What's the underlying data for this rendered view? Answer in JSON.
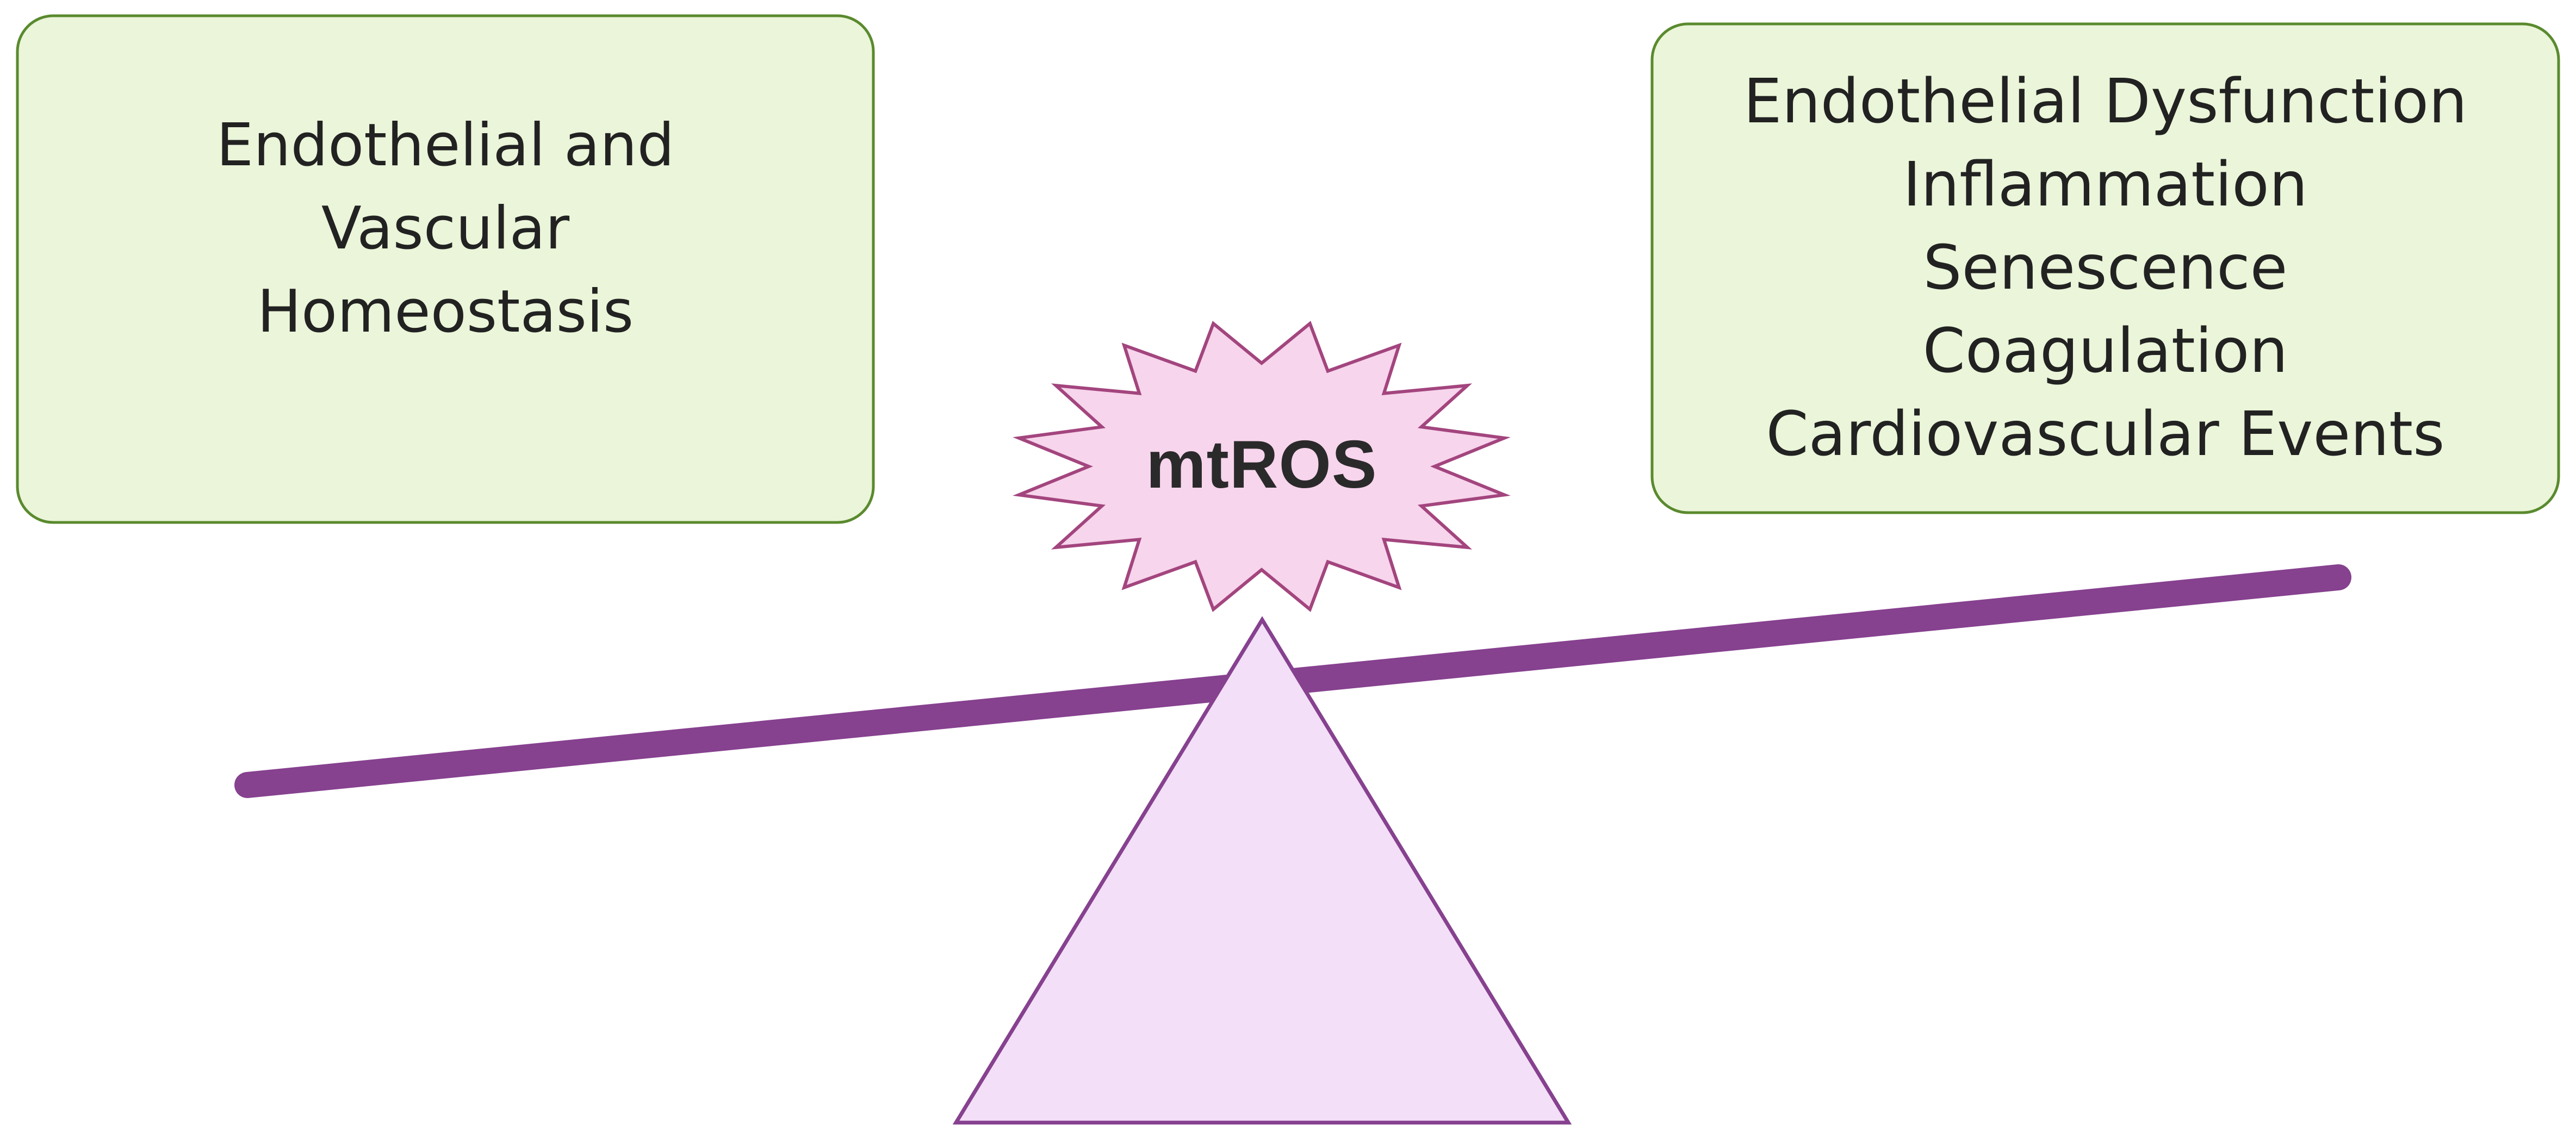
{
  "colors": {
    "box_fill": "#eaf5d9",
    "box_border": "#5a8a2e",
    "burst_fill": "#f7d5ec",
    "burst_border": "#a3457e",
    "beam": "#86418f",
    "fulcrum_fill": "#f3dff7",
    "fulcrum_border": "#86418f",
    "text": "#222222"
  },
  "left_box": {
    "lines": [
      "Endothelial and",
      "Vascular",
      "Homeostasis"
    ]
  },
  "right_box": {
    "lines": [
      "Endothelial Dysfunction",
      "Inflammation",
      "Senescence",
      "Coagulation",
      "Cardiovascular Events"
    ]
  },
  "center": {
    "label": "mtROS"
  },
  "icons": {
    "burst": "starburst-icon",
    "fulcrum": "triangle-fulcrum-icon",
    "beam": "seesaw-beam-icon"
  }
}
